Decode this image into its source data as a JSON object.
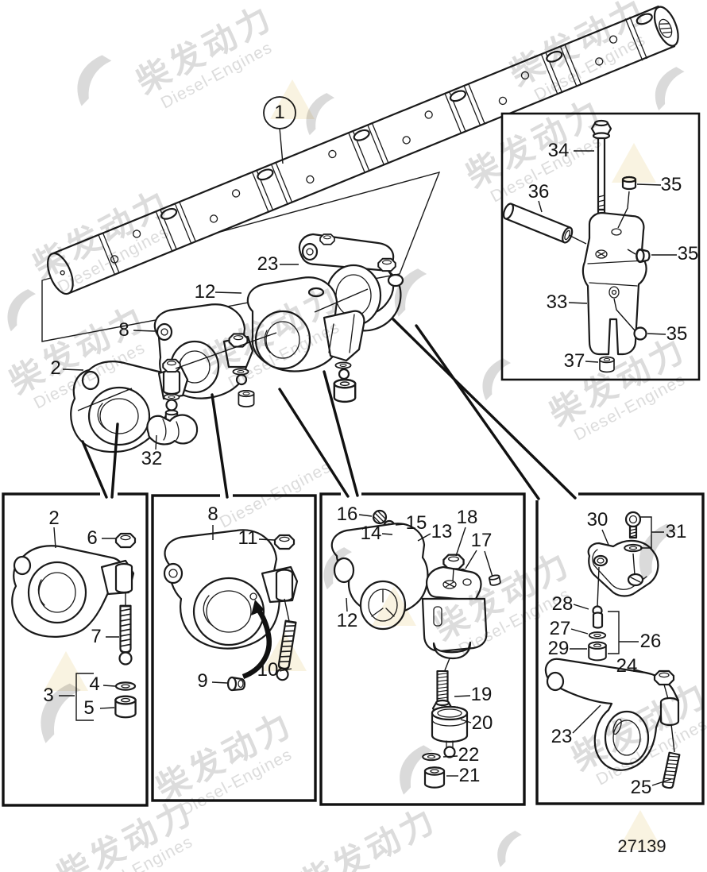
{
  "figure_number": "27139",
  "watermark": {
    "cn": "柴发动力",
    "en": "Diesel-Engines"
  },
  "main_view": {
    "callouts": {
      "shaft": "1",
      "arm_front": "2",
      "arm_second": "8",
      "arm_third": "12",
      "arm_rear": "23",
      "clamp": "32"
    }
  },
  "box_top_right": {
    "callouts": {
      "bracket": "33",
      "bolt": "34",
      "plug_top": "35",
      "plug_mid": "35",
      "plug_bottom": "35",
      "pin": "36",
      "plug_lower": "37"
    }
  },
  "box_1": {
    "callouts": {
      "arm": "2",
      "kit": "3",
      "washer": "4",
      "bushing": "5",
      "nut": "6",
      "screw": "7"
    }
  },
  "box_2": {
    "callouts": {
      "arm": "8",
      "plug": "9",
      "screw": "10",
      "nut": "11"
    }
  },
  "box_3": {
    "callouts": {
      "arm": "12",
      "plug_b": "13",
      "ring_b": "14",
      "ring_a": "15",
      "plug_a": "16",
      "pair": "17",
      "nut": "18",
      "screw": "19",
      "piston": "20",
      "bushing": "21",
      "washer": "22"
    }
  },
  "box_4": {
    "callouts": {
      "arm": "23",
      "nut": "24",
      "screw": "25",
      "kit": "26",
      "washer": "27",
      "pin": "28",
      "bushing": "29",
      "clamp": "30",
      "bolt_kit": "31"
    }
  }
}
